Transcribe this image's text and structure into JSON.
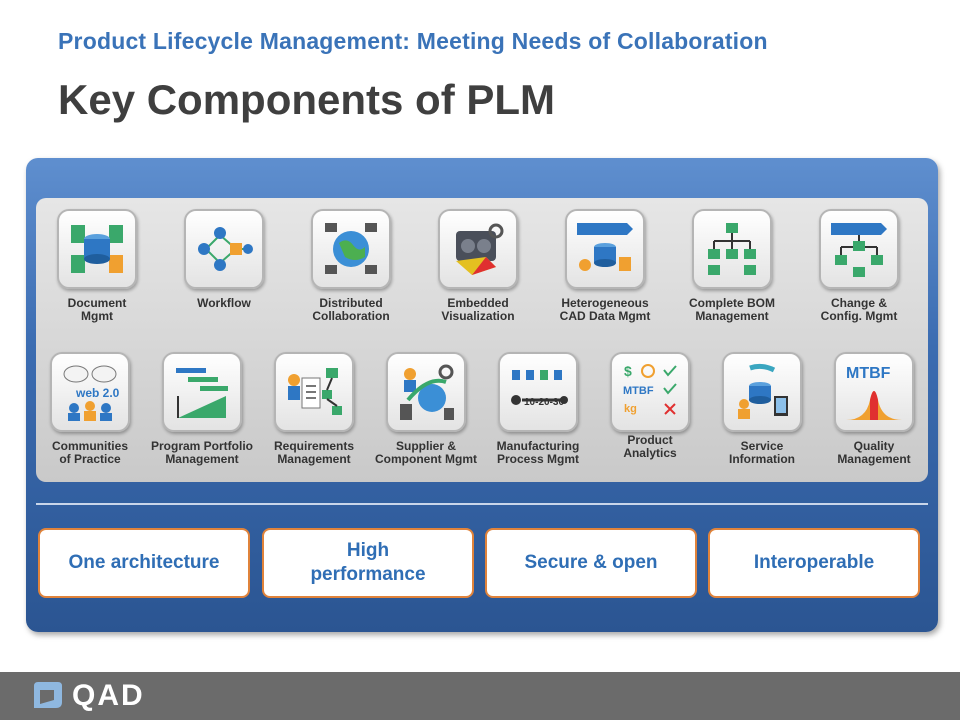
{
  "header": {
    "subtitle": "Product Lifecycle Management: Meeting Needs of Collaboration",
    "title": "Key Components of PLM"
  },
  "components_row1": [
    {
      "label": "Document\nMgmt",
      "icon": "database-docs-icon"
    },
    {
      "label": "Workflow",
      "icon": "workflow-icon"
    },
    {
      "label": "Distributed\nCollaboration",
      "icon": "globe-collaboration-icon"
    },
    {
      "label": "Embedded\nVisualization",
      "icon": "engine-visualization-icon"
    },
    {
      "label": "Heterogeneous\nCAD Data Mgmt",
      "icon": "cad-data-icon"
    },
    {
      "label": "Complete BOM\nManagement",
      "icon": "bom-tree-icon"
    },
    {
      "label": "Change &\nConfig. Mgmt",
      "icon": "change-config-icon"
    }
  ],
  "components_row2": [
    {
      "label": "Communities\nof Practice",
      "icon": "web2-community-icon"
    },
    {
      "label": "Program Portfolio\nManagement",
      "icon": "gantt-chart-icon"
    },
    {
      "label": "Requirements\nManagement",
      "icon": "requirements-icon"
    },
    {
      "label": "Supplier &\nComponent Mgmt",
      "icon": "supplier-globe-icon"
    },
    {
      "label": "Manufacturing\nProcess Mgmt",
      "icon": "process-timeline-icon"
    },
    {
      "label": "Product\nAnalytics",
      "icon": "analytics-grid-icon"
    },
    {
      "label": "Service\nInformation",
      "icon": "service-info-icon"
    },
    {
      "label": "Quality\nManagement",
      "icon": "mtbf-curve-icon"
    }
  ],
  "features": [
    {
      "label": "One architecture"
    },
    {
      "label": "High\nperformance"
    },
    {
      "label": "Secure & open"
    },
    {
      "label": "Interoperable"
    }
  ],
  "footer": {
    "logo_text": "QAD",
    "icon": "qad-logo-icon"
  },
  "colors": {
    "accent_blue": "#3a73b8",
    "feature_border": "#e0833b",
    "footer_bg": "#6b6b6b"
  }
}
